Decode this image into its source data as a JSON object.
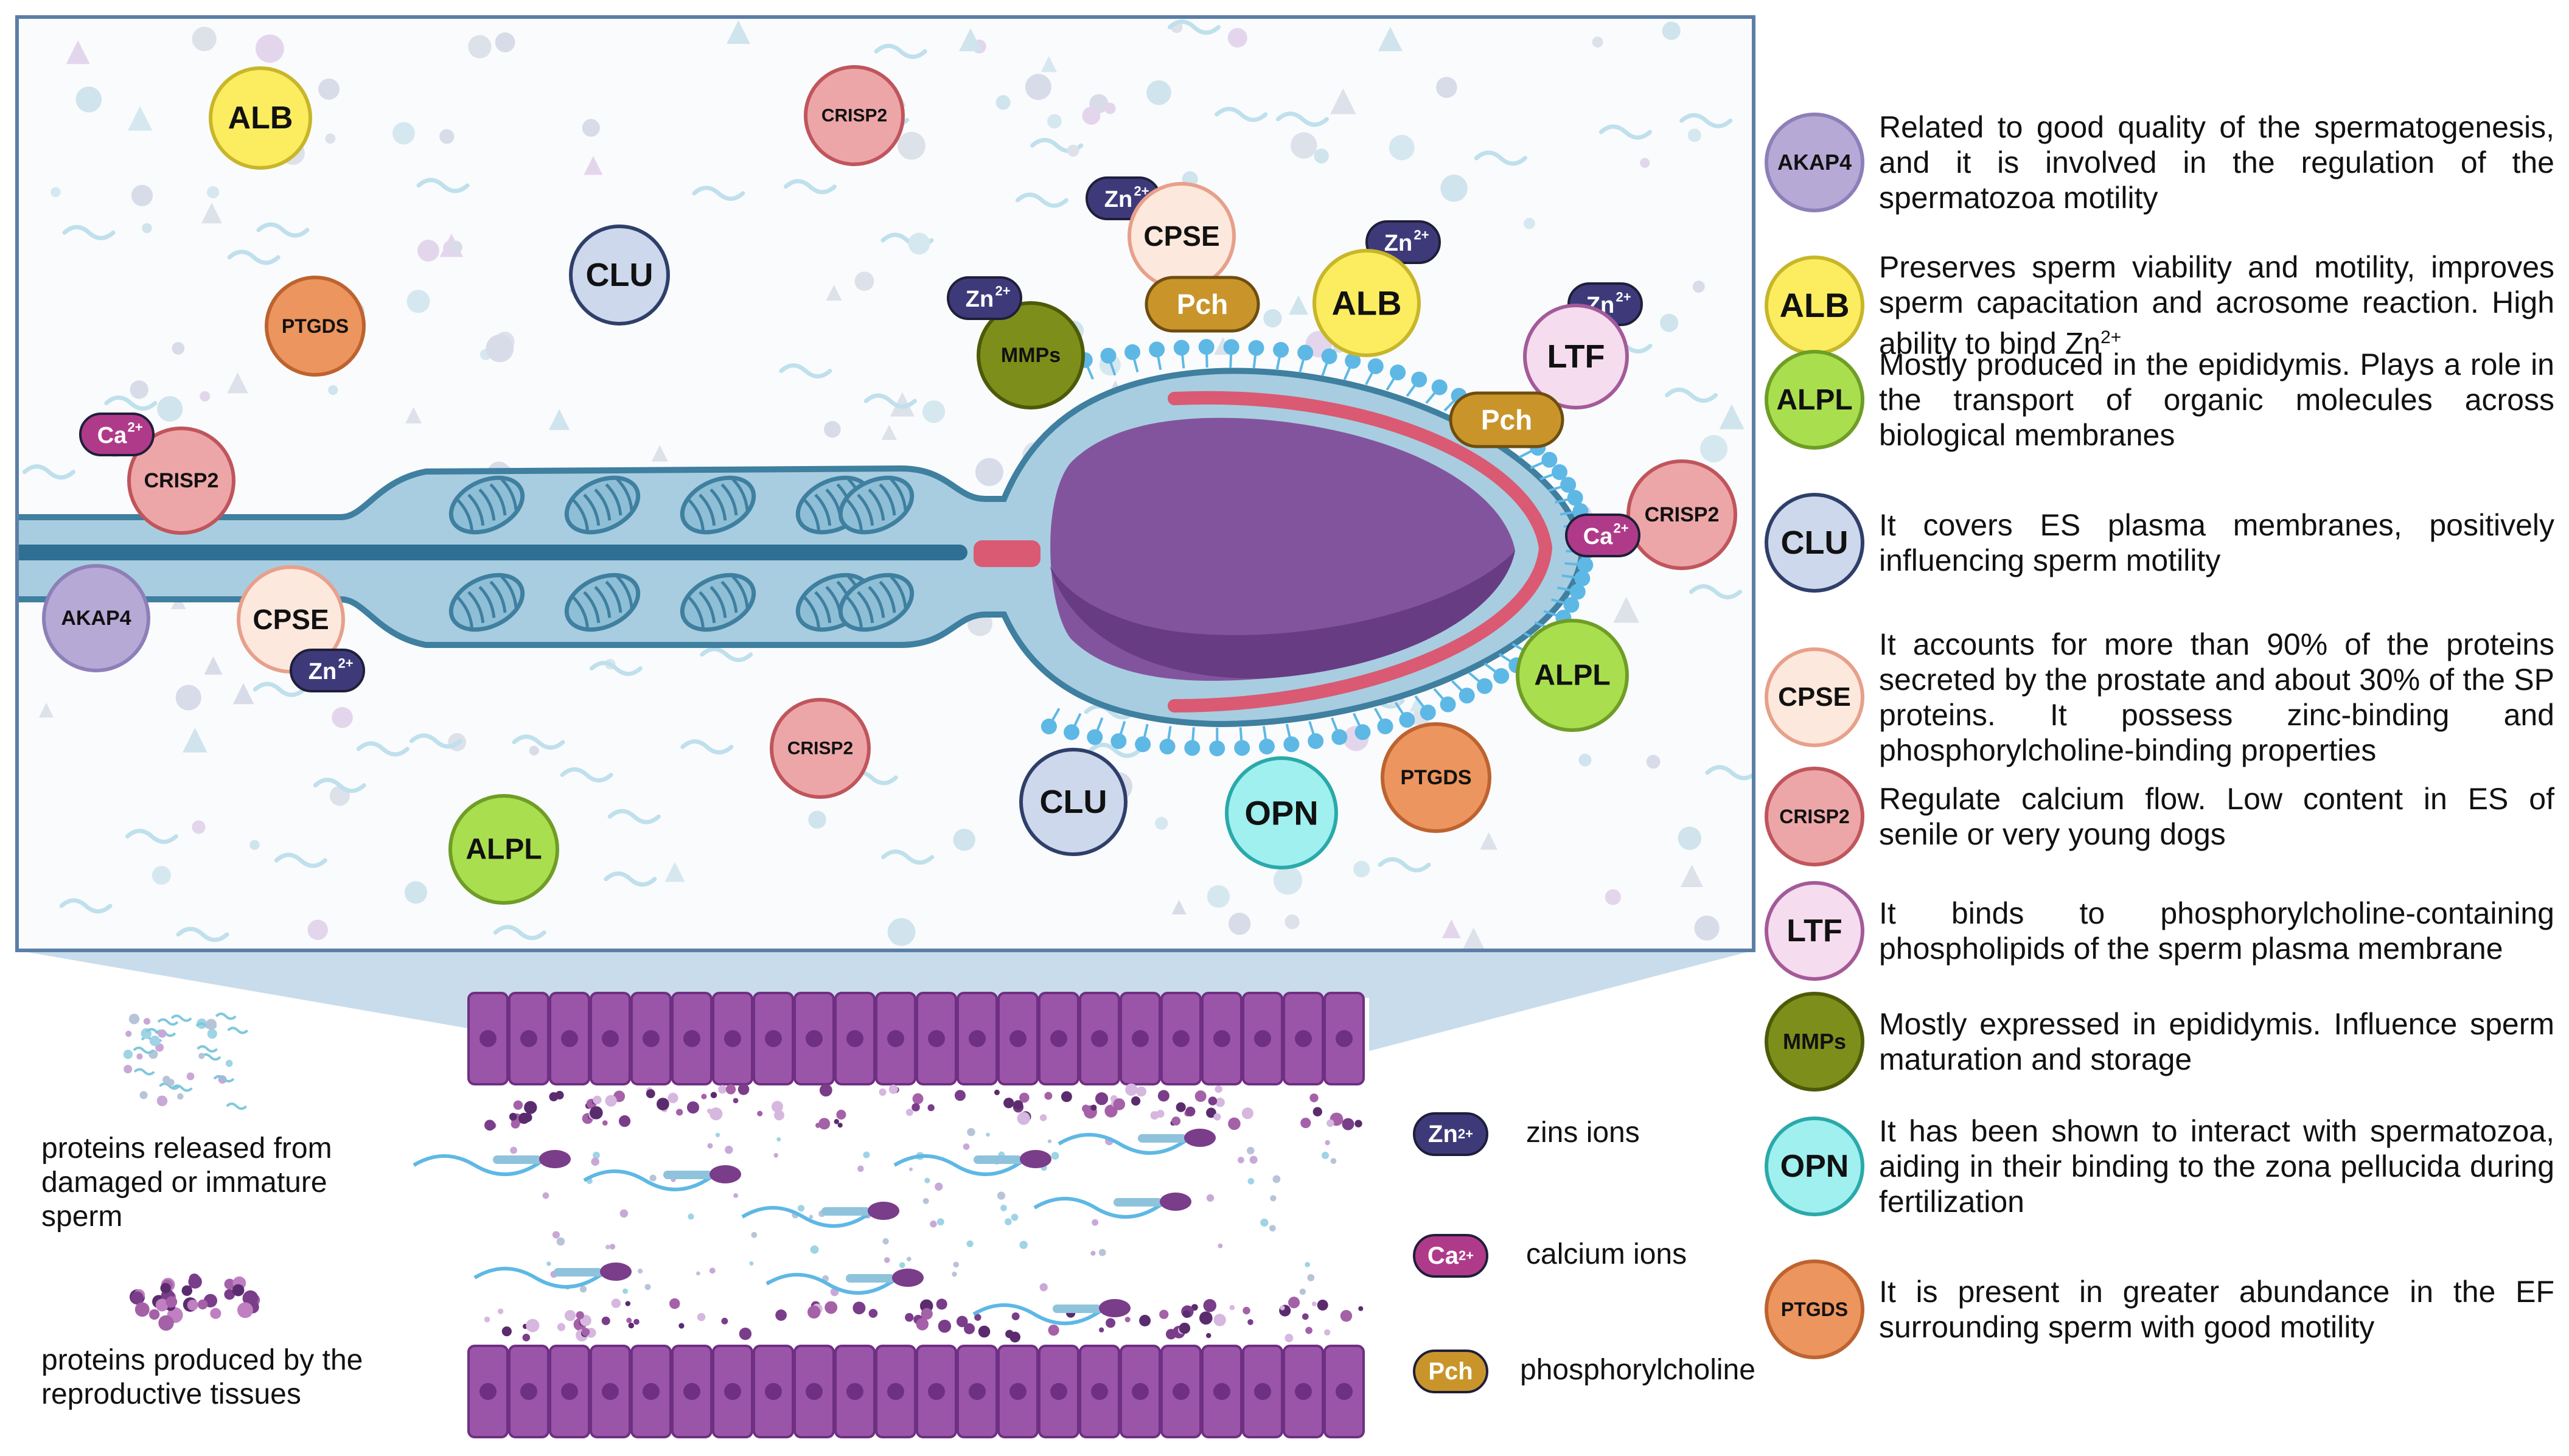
{
  "colors": {
    "frame": "#5b7fa6",
    "background_dots": "#d6dde8",
    "cell_body": "#a8cde0",
    "cell_outline": "#3f7fa0",
    "nucleus": "#6a3d8f",
    "acrosome_band": "#d95a72",
    "membrane_bead": "#5eb8e5",
    "zn": "#3e3a7a",
    "ca": "#b03a8a",
    "pch": "#c9952a",
    "epithelium": "#9a55a8"
  },
  "scene_labels": {
    "alb_1": "ALB",
    "crisp2_1": "CRISP2",
    "clu_1": "CLU",
    "ptgds_1": "PTGDS",
    "ca_1": "Ca",
    "crisp2_2": "CRISP2",
    "akap4_1": "AKAP4",
    "cpse_1": "CPSE",
    "zn_1": "Zn",
    "crisp2_3": "CRISP2",
    "alpl_1": "ALPL",
    "zn_2": "Zn",
    "mmps_1": "MMPs",
    "zn_3": "Zn",
    "cpse_2": "CPSE",
    "pch_1": "Pch",
    "zn_4": "Zn",
    "alb_2": "ALB",
    "zn_5": "Zn",
    "ltf_1": "LTF",
    "pch_2": "Pch",
    "crisp2_4": "CRISP2",
    "ca_2": "Ca",
    "alpl_2": "ALPL",
    "ptgds_2": "PTGDS",
    "opn_1": "OPN",
    "clu_2": "CLU",
    "charge_2plus": "2+"
  },
  "bottom_left": {
    "released_label": "proteins released from damaged or immature sperm",
    "produced_label": "proteins produced by the reproductive tissues"
  },
  "ions_legend": [
    {
      "badge": "Zn",
      "sup": "2+",
      "label": "zins ions",
      "color": "#3e3a7a"
    },
    {
      "badge": "Ca",
      "sup": "2+",
      "label": "calcium ions",
      "color": "#b03a8a"
    },
    {
      "badge": "Pch",
      "sup": "",
      "label": "phosphorylcholine",
      "color": "#c9952a"
    }
  ],
  "legend": [
    {
      "abbr": "AKAP4",
      "fill": "#b7a9d6",
      "stroke": "#8d7fb8",
      "size": 36,
      "text": "Related to good quality of the spermatogenesis, and it is involved in the regulation of the spermatozoa motility"
    },
    {
      "abbr": "ALB",
      "fill": "#fbed5f",
      "stroke": "#c8b62a",
      "size": 56,
      "text": "Preserves sperm viability and motility, improves sperm capacitation and acrosome reaction. High ability to bind Zn",
      "sup": "2+"
    },
    {
      "abbr": "ALPL",
      "fill": "#a9df4f",
      "stroke": "#6f9d25",
      "size": 48,
      "text": "Mostly produced in the epididymis. Plays a role in the transport of organic molecules across biological membranes"
    },
    {
      "abbr": "CLU",
      "fill": "#cdd8ec",
      "stroke": "#2f3f6a",
      "size": 54,
      "text": "It covers ES plasma membranes, positively influencing sperm motility"
    },
    {
      "abbr": "CPSE",
      "fill": "#fde8dd",
      "stroke": "#e7a08b",
      "size": 44,
      "text": "It accounts for more than 90% of the proteins secreted by the prostate and about 30% of the SP proteins. It possess zinc-binding and phosphorylcholine-binding properties"
    },
    {
      "abbr": "CRISP2",
      "fill": "#eda6a8",
      "stroke": "#c0555c",
      "size": 32,
      "text": "Regulate calcium flow. Low content in ES of senile or very young dogs"
    },
    {
      "abbr": "LTF",
      "fill": "#f5dcef",
      "stroke": "#a45a98",
      "size": 52,
      "text": "It binds to phosphorylcholine-containing phospholipids of the sperm plasma membrane"
    },
    {
      "abbr": "MMPs",
      "fill": "#7d8f1a",
      "stroke": "#4d5a08",
      "size": 36,
      "text": "Mostly expressed in epididymis. Influence sperm maturation and storage"
    },
    {
      "abbr": "OPN",
      "fill": "#9ff0ef",
      "stroke": "#2aa9aa",
      "size": 52,
      "text": "It has been shown to interact with spermatozoa, aiding in their binding to the zona pellucida during fertilization"
    },
    {
      "abbr": "PTGDS",
      "fill": "#ec955e",
      "stroke": "#bd6330",
      "size": 32,
      "text": "It is present in greater abundance in the EF surrounding sperm with good motility"
    }
  ]
}
